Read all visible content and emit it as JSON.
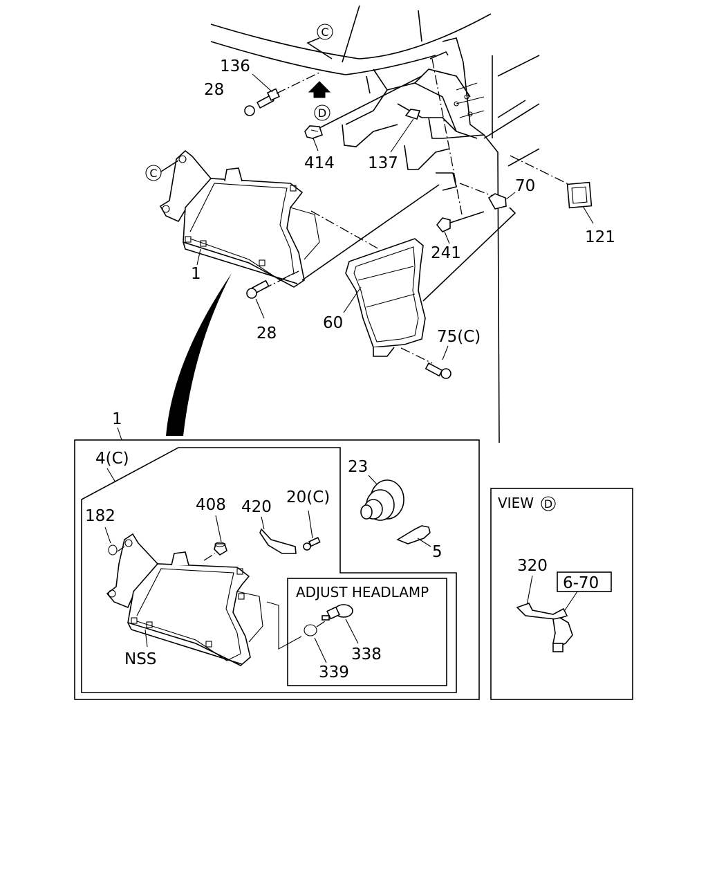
{
  "callouts": {
    "c136": "136",
    "c28a": "28",
    "c414": "414",
    "c137": "137",
    "c70": "70",
    "c121": "121",
    "c241": "241",
    "c1a": "1",
    "c28b": "28",
    "c60": "60",
    "c75c": "75(C)",
    "c1b": "1",
    "c4c": "4(C)",
    "c182": "182",
    "c408": "408",
    "c420": "420",
    "c20c": "20(C)",
    "c23": "23",
    "c5": "5",
    "cnss": "NSS",
    "c338": "338",
    "c339": "339",
    "c320": "320",
    "c670": "6-70"
  },
  "reference_markers": {
    "c_top": "C",
    "d_top": "D",
    "c_bracket": "C",
    "d_view": "D"
  },
  "boxes": {
    "adjust_headlamp": "ADJUST HEADLAMP",
    "view_label": "VIEW"
  }
}
